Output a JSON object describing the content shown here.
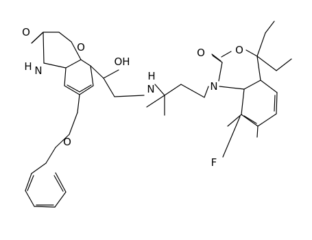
{
  "diagram": {
    "type": "chemical-structure",
    "atoms": [
      {
        "id": "O_carbonyl_left",
        "symbol": "O"
      },
      {
        "id": "O_ring_left",
        "symbol": "O"
      },
      {
        "id": "N_amide",
        "symbol": "H\nN"
      },
      {
        "id": "O_hydroxy",
        "symbol": "OH"
      },
      {
        "id": "N_amine",
        "symbol": "H\nN"
      },
      {
        "id": "O_carbonyl_right",
        "symbol": "O"
      },
      {
        "id": "O_ring_right",
        "symbol": "O"
      },
      {
        "id": "N_ring_right",
        "symbol": "N"
      },
      {
        "id": "O_ether",
        "symbol": "O"
      },
      {
        "id": "F",
        "symbol": "F"
      }
    ],
    "bond_count": 55
  },
  "labels": {
    "o_carbonyl_left": "O",
    "o_ring_left": "O",
    "h_amide": "H",
    "n_amide": "N",
    "oh": "OH",
    "h_amine": "H",
    "n_amine": "N",
    "o_carbonyl_right": "O",
    "o_ring_right": "O",
    "n_ring_right": "N",
    "o_ether": "O",
    "f": "F"
  }
}
